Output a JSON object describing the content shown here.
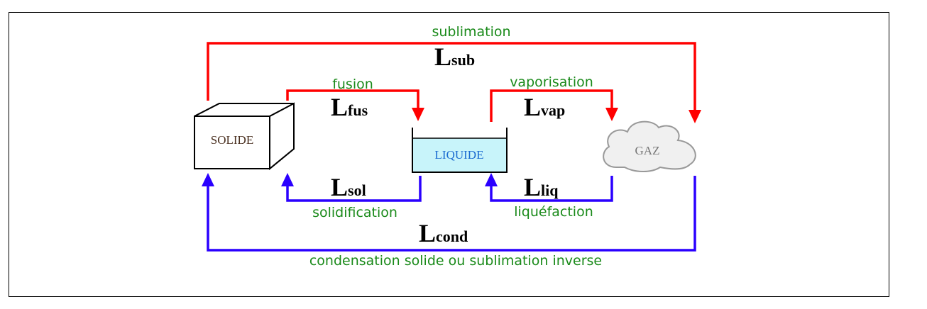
{
  "colors": {
    "heating": "#ff0000",
    "cooling": "#2a00ff",
    "label": "#1a8a1a"
  },
  "states": {
    "solid": "SOLIDE",
    "liquid": "LIQUIDE",
    "gas": "GAZ"
  },
  "transitions": {
    "sublimation": {
      "name": "sublimation",
      "L": "L",
      "sub": "sub"
    },
    "fusion": {
      "name": "fusion",
      "L": "L",
      "sub": "fus"
    },
    "vaporisation": {
      "name": "vaporisation",
      "L": "L",
      "sub": "vap"
    },
    "solidification": {
      "name": "solidification",
      "L": "L",
      "sub": "sol"
    },
    "liquefaction": {
      "name": "liquéfaction",
      "L": "L",
      "sub": "liq"
    },
    "condensation": {
      "name": "condensation solide ou sublimation inverse",
      "L": "L",
      "sub": "cond"
    }
  }
}
